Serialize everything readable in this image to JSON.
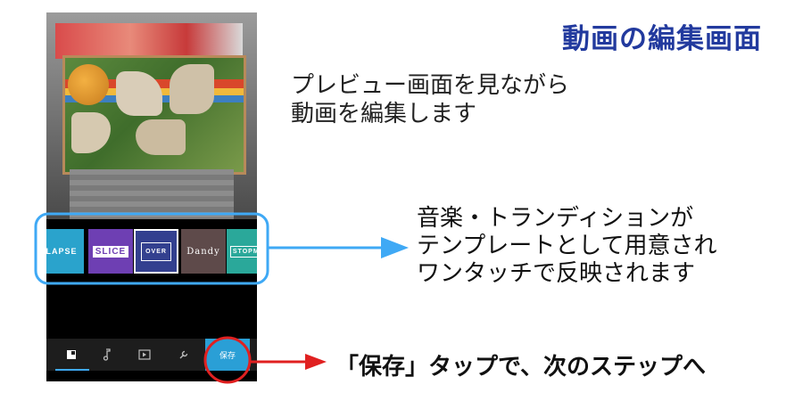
{
  "annotations": {
    "title": "動画の編集画面",
    "preview_note": "プレビュー画面を見ながら\n動画を編集します",
    "template_note": "音楽・トランディションが\nテンプレートとして用意され\nワンタッチで反映されます",
    "save_note": "「保存」タップで、次のステップへ"
  },
  "templates": {
    "items": [
      {
        "label": "LAPSE"
      },
      {
        "label": "SLICE"
      },
      {
        "label": "OVER"
      },
      {
        "label": "Dandy"
      },
      {
        "label": "STOPMO"
      }
    ]
  },
  "toolbar": {
    "save_label": "保存"
  },
  "colors": {
    "title": "#223a9e",
    "highlight_frame": "#3fa9f5",
    "save_arrow": "#e02020",
    "toolbar_active": "#2a9fd6"
  },
  "icons": [
    "template-icon",
    "music-note-icon",
    "video-clip-icon",
    "wrench-icon"
  ]
}
